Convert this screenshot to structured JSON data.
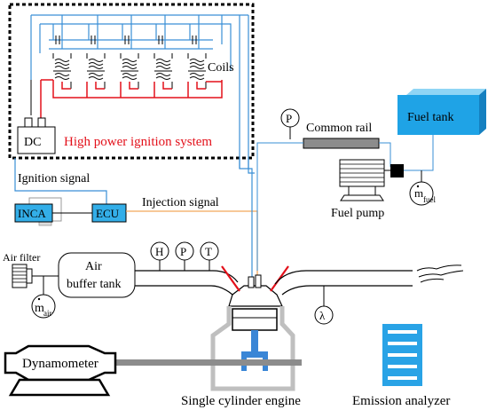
{
  "colors": {
    "wire_blue": "#3a8fd6",
    "coil_red": "#e3101a",
    "label_red": "#e3101a",
    "signal_orange": "#f2a65a",
    "box_blue": "#33aee8",
    "tank_light": "#8fd5f5",
    "tank_dark": "#1fa3e6",
    "rail_gray": "#8c8c8c",
    "shaft_gray": "#8c8c8c",
    "piston_blue": "#3a86d6",
    "analyzer_blue": "#29a3e6",
    "engine_gray": "#bfbfbf"
  },
  "labels": {
    "coils": "Coils",
    "dc": "DC",
    "high_power": "High power ignition system",
    "ignition_signal": "Ignition signal",
    "injection_signal": "Injection signal",
    "inca": "INCA",
    "ecu": "ECU",
    "common_rail": "Common rail",
    "fuel_tank": "Fuel tank",
    "fuel_pump": "Fuel pump",
    "pressure_gauge": "P",
    "mfuel_m": "m",
    "mfuel_sub": "fuel",
    "air_filter": "Air filter",
    "air_buffer_line1": "Air",
    "air_buffer_line2": "buffer tank",
    "mair_m": "m",
    "mair_sub": "air",
    "sensor_h": "H",
    "sensor_p": "P",
    "sensor_t": "T",
    "lambda": "λ",
    "dynamometer": "Dynamometer",
    "single_cylinder": "Single cylinder engine",
    "emission_analyzer": "Emission analyzer"
  }
}
